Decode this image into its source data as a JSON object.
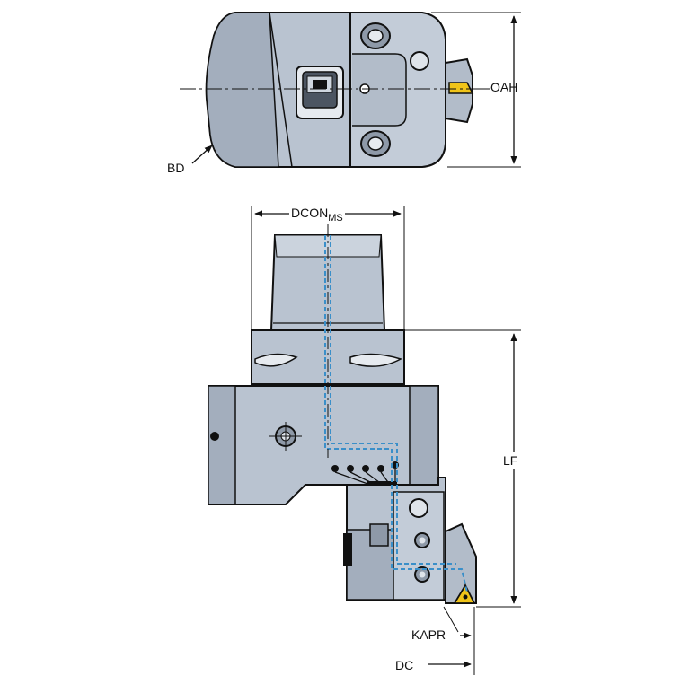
{
  "labels": {
    "bd": "BD",
    "oah": "OAH",
    "dcon": "DCON",
    "dcon_sub": "MS",
    "lf": "LF",
    "kapr": "KAPR",
    "dc": "DC"
  },
  "colors": {
    "body": "#b9c3d0",
    "body_dark": "#8e99a8",
    "outline": "#111111",
    "coolant": "#3a8fc9",
    "insert": "#f0c419",
    "background": "#ffffff"
  }
}
